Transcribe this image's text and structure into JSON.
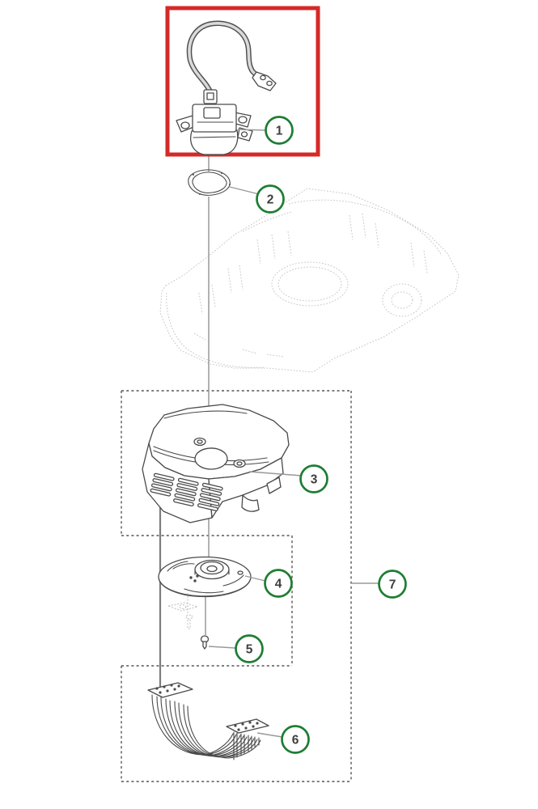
{
  "callouts": [
    {
      "number": "1"
    },
    {
      "number": "2"
    },
    {
      "number": "3"
    },
    {
      "number": "4"
    },
    {
      "number": "5"
    },
    {
      "number": "6"
    },
    {
      "number": "7"
    }
  ],
  "colors": {
    "highlight": "#d42a28",
    "callout_ring": "#1e7d33",
    "number_text": "#3e3e3e",
    "leader": "#999999",
    "part_line": "#4a4a4a",
    "ghost_line": "#c6c6c6",
    "dashed_box": "#555555",
    "background": "#ffffff"
  }
}
